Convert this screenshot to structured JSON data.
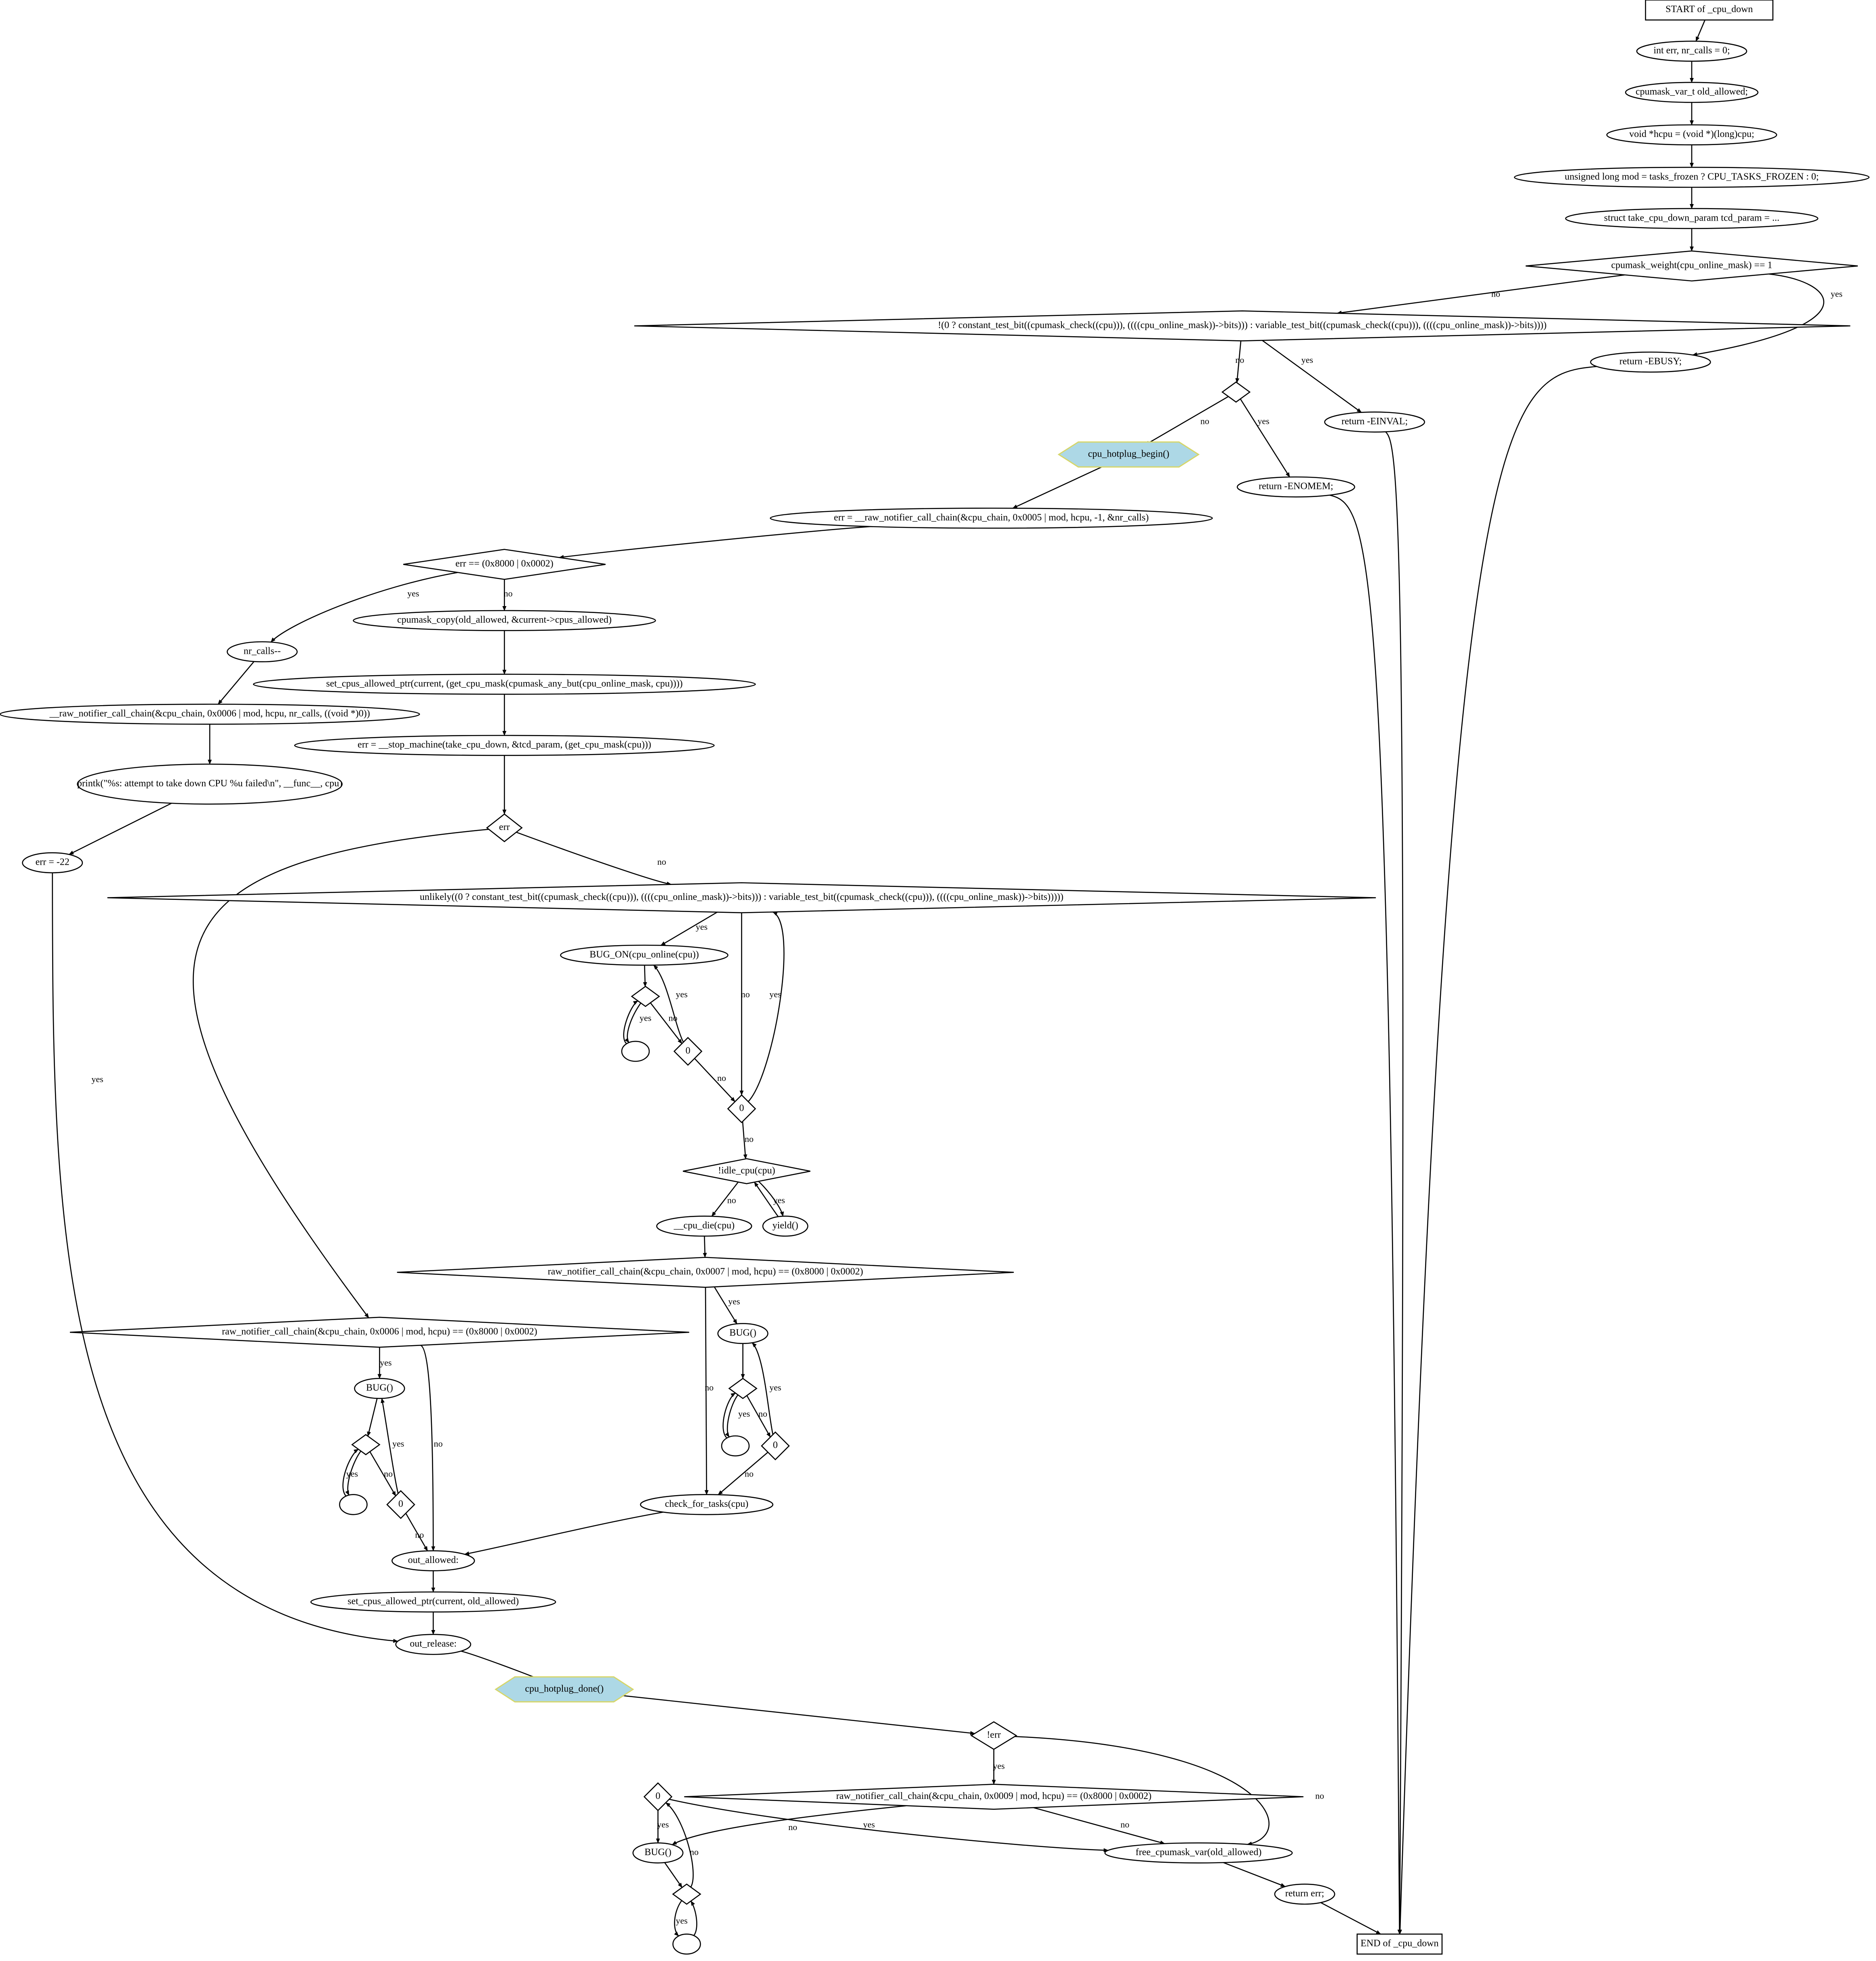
{
  "nodes": [
    {
      "id": "start",
      "shape": "box",
      "label": "START of _cpu_down"
    },
    {
      "id": "n_int",
      "shape": "ellipse",
      "label": "int err, nr_calls = 0;"
    },
    {
      "id": "n_cpumask_var",
      "shape": "ellipse",
      "label": "cpumask_var_t old_allowed;"
    },
    {
      "id": "n_hcpu",
      "shape": "ellipse",
      "label": "void *hcpu = (void *)(long)cpu;"
    },
    {
      "id": "n_mod",
      "shape": "ellipse",
      "label": "unsigned long mod = tasks_frozen ? CPU_TASKS_FROZEN : 0;"
    },
    {
      "id": "n_tcd",
      "shape": "ellipse",
      "label": "struct take_cpu_down_param tcd_param = ..."
    },
    {
      "id": "d_weight",
      "shape": "diamond",
      "label": "cpumask_weight(cpu_online_mask) == 1"
    },
    {
      "id": "d_online",
      "shape": "diamond",
      "label": "!(0 ? constant_test_bit((cpumask_check((cpu))), ((((cpu_online_mask))->bits))) : variable_test_bit((cpumask_check((cpu))), ((((cpu_online_mask))->bits))))"
    },
    {
      "id": "r_ebusy",
      "shape": "ellipse",
      "label": "return -EBUSY;"
    },
    {
      "id": "d_alloc",
      "shape": "diamond",
      "label": ""
    },
    {
      "id": "r_einval",
      "shape": "ellipse",
      "label": "return -EINVAL;"
    },
    {
      "id": "h_begin",
      "shape": "hexagon",
      "label": "cpu_hotplug_begin()"
    },
    {
      "id": "r_enomem",
      "shape": "ellipse",
      "label": "return -ENOMEM;"
    },
    {
      "id": "n_err_raw",
      "shape": "ellipse",
      "label": "err = __raw_notifier_call_chain(&cpu_chain, 0x0005 | mod, hcpu, -1, &nr_calls)"
    },
    {
      "id": "d_err_eq",
      "shape": "diamond",
      "label": "err == (0x8000 | 0x0002)"
    },
    {
      "id": "n_nrcalls",
      "shape": "ellipse",
      "label": "nr_calls--"
    },
    {
      "id": "n_copy",
      "shape": "ellipse",
      "label": "cpumask_copy(old_allowed, &current->cpus_allowed)"
    },
    {
      "id": "n_raw6",
      "shape": "ellipse",
      "label": "__raw_notifier_call_chain(&cpu_chain, 0x0006 | mod, hcpu, nr_calls, ((void *)0))"
    },
    {
      "id": "n_setcpus",
      "shape": "ellipse",
      "label": "set_cpus_allowed_ptr(current, (get_cpu_mask(cpumask_any_but(cpu_online_mask, cpu))))"
    },
    {
      "id": "n_printk",
      "shape": "ellipse",
      "label": "printk(\"%s: attempt to take down CPU %u failed\\n\", __func__, cpu)"
    },
    {
      "id": "n_stop",
      "shape": "ellipse",
      "label": "err = __stop_machine(take_cpu_down, &tcd_param, (get_cpu_mask(cpu)))"
    },
    {
      "id": "n_err22",
      "shape": "ellipse",
      "label": "err = -22"
    },
    {
      "id": "d_err",
      "shape": "diamond",
      "label": "err"
    },
    {
      "id": "d_unlikely",
      "shape": "diamond",
      "label": "unlikely((0 ? constant_test_bit((cpumask_check((cpu))), ((((cpu_online_mask))->bits))) : variable_test_bit((cpumask_check((cpu))), ((((cpu_online_mask))->bits)))))"
    },
    {
      "id": "n_bugon",
      "shape": "ellipse",
      "label": "BUG_ON(cpu_online(cpu))"
    },
    {
      "id": "d_bugon_blank",
      "shape": "diamond",
      "label": ""
    },
    {
      "id": "n_bugon_loop",
      "shape": "ellipse",
      "label": ""
    },
    {
      "id": "d_bugon_zero",
      "shape": "diamond",
      "label": "0"
    },
    {
      "id": "d_zero_main",
      "shape": "diamond",
      "label": "0"
    },
    {
      "id": "d_idle",
      "shape": "diamond",
      "label": "!idle_cpu(cpu)"
    },
    {
      "id": "n_cpudie",
      "shape": "ellipse",
      "label": "__cpu_die(cpu)"
    },
    {
      "id": "n_yield",
      "shape": "ellipse",
      "label": "yield()"
    },
    {
      "id": "d_raw7",
      "shape": "diamond",
      "label": "raw_notifier_call_chain(&cpu_chain, 0x0007 | mod, hcpu) == (0x8000 | 0x0002)"
    },
    {
      "id": "d_raw6",
      "shape": "diamond",
      "label": "raw_notifier_call_chain(&cpu_chain, 0x0006 | mod, hcpu) == (0x8000 | 0x0002)"
    },
    {
      "id": "n_bug_b",
      "shape": "ellipse",
      "label": "BUG()"
    },
    {
      "id": "n_bug_a",
      "shape": "ellipse",
      "label": "BUG()"
    },
    {
      "id": "d_bug_b_blank",
      "shape": "diamond",
      "label": ""
    },
    {
      "id": "n_bug_b_loop",
      "shape": "ellipse",
      "label": ""
    },
    {
      "id": "d_bug_b_zero",
      "shape": "diamond",
      "label": "0"
    },
    {
      "id": "d_bug_a_blank",
      "shape": "diamond",
      "label": ""
    },
    {
      "id": "n_bug_a_loop",
      "shape": "ellipse",
      "label": ""
    },
    {
      "id": "d_bug_a_zero",
      "shape": "diamond",
      "label": "0"
    },
    {
      "id": "n_check",
      "shape": "ellipse",
      "label": "check_for_tasks(cpu)"
    },
    {
      "id": "n_out_allowed",
      "shape": "ellipse",
      "label": "out_allowed:"
    },
    {
      "id": "n_set_old",
      "shape": "ellipse",
      "label": "set_cpus_allowed_ptr(current, old_allowed)"
    },
    {
      "id": "n_out_release",
      "shape": "ellipse",
      "label": "out_release:"
    },
    {
      "id": "h_done",
      "shape": "hexagon",
      "label": "cpu_hotplug_done()"
    },
    {
      "id": "d_not_err",
      "shape": "diamond",
      "label": "!err"
    },
    {
      "id": "d_zero_c",
      "shape": "diamond",
      "label": "0"
    },
    {
      "id": "d_raw9",
      "shape": "diamond",
      "label": "raw_notifier_call_chain(&cpu_chain, 0x0009 | mod, hcpu) == (0x8000 | 0x0002)"
    },
    {
      "id": "n_bug_c",
      "shape": "ellipse",
      "label": "BUG()"
    },
    {
      "id": "n_free",
      "shape": "ellipse",
      "label": "free_cpumask_var(old_allowed)"
    },
    {
      "id": "d_bug_c_blank",
      "shape": "diamond",
      "label": ""
    },
    {
      "id": "r_err",
      "shape": "ellipse",
      "label": "return err;"
    },
    {
      "id": "n_bug_c_loop",
      "shape": "ellipse",
      "label": ""
    },
    {
      "id": "end",
      "shape": "box",
      "label": "END of _cpu_down"
    }
  ],
  "edges": [
    {
      "from": "start",
      "to": "n_int",
      "label": ""
    },
    {
      "from": "n_int",
      "to": "n_cpumask_var",
      "label": ""
    },
    {
      "from": "n_cpumask_var",
      "to": "n_hcpu",
      "label": ""
    },
    {
      "from": "n_hcpu",
      "to": "n_mod",
      "label": ""
    },
    {
      "from": "n_mod",
      "to": "n_tcd",
      "label": ""
    },
    {
      "from": "n_tcd",
      "to": "d_weight",
      "label": ""
    },
    {
      "from": "d_weight",
      "to": "d_online",
      "label": "no"
    },
    {
      "from": "d_weight",
      "to": "r_ebusy",
      "label": "yes"
    },
    {
      "from": "d_online",
      "to": "d_alloc",
      "label": "no"
    },
    {
      "from": "d_online",
      "to": "r_einval",
      "label": "yes"
    },
    {
      "from": "d_alloc",
      "to": "h_begin",
      "label": "no"
    },
    {
      "from": "d_alloc",
      "to": "r_enomem",
      "label": "yes"
    },
    {
      "from": "r_ebusy",
      "to": "end",
      "label": ""
    },
    {
      "from": "r_einval",
      "to": "end",
      "label": ""
    },
    {
      "from": "r_enomem",
      "to": "end",
      "label": ""
    },
    {
      "from": "h_begin",
      "to": "n_err_raw",
      "label": ""
    },
    {
      "from": "n_err_raw",
      "to": "d_err_eq",
      "label": ""
    },
    {
      "from": "d_err_eq",
      "to": "n_nrcalls",
      "label": "yes"
    },
    {
      "from": "d_err_eq",
      "to": "n_copy",
      "label": "no"
    },
    {
      "from": "n_nrcalls",
      "to": "n_raw6",
      "label": ""
    },
    {
      "from": "n_raw6",
      "to": "n_printk",
      "label": ""
    },
    {
      "from": "n_printk",
      "to": "n_err22",
      "label": ""
    },
    {
      "from": "n_err22",
      "to": "n_out_release",
      "label": ""
    },
    {
      "from": "n_copy",
      "to": "n_setcpus",
      "label": ""
    },
    {
      "from": "n_setcpus",
      "to": "n_stop",
      "label": ""
    },
    {
      "from": "n_stop",
      "to": "d_err",
      "label": ""
    },
    {
      "from": "d_err",
      "to": "d_raw6",
      "label": "yes"
    },
    {
      "from": "d_err",
      "to": "d_unlikely",
      "label": "no"
    },
    {
      "from": "d_unlikely",
      "to": "n_bugon",
      "label": "yes"
    },
    {
      "from": "d_unlikely",
      "to": "d_zero_main",
      "label": "no"
    },
    {
      "from": "d_zero_main",
      "to": "d_unlikely",
      "label": "yes"
    },
    {
      "from": "d_zero_main",
      "to": "d_idle",
      "label": "no"
    },
    {
      "from": "n_bugon",
      "to": "d_bugon_blank",
      "label": ""
    },
    {
      "from": "d_bugon_blank",
      "to": "n_bugon_loop",
      "label": "yes"
    },
    {
      "from": "n_bugon_loop",
      "to": "d_bugon_blank",
      "label": ""
    },
    {
      "from": "d_bugon_blank",
      "to": "d_bugon_zero",
      "label": "no"
    },
    {
      "from": "d_bugon_zero",
      "to": "n_bugon",
      "label": "yes"
    },
    {
      "from": "d_bugon_zero",
      "to": "d_zero_main",
      "label": "no"
    },
    {
      "from": "d_idle",
      "to": "n_cpudie",
      "label": "no"
    },
    {
      "from": "d_idle",
      "to": "n_yield",
      "label": "yes"
    },
    {
      "from": "n_yield",
      "to": "d_idle",
      "label": ""
    },
    {
      "from": "n_cpudie",
      "to": "d_raw7",
      "label": ""
    },
    {
      "from": "d_raw7",
      "to": "n_bug_b",
      "label": "yes"
    },
    {
      "from": "d_raw7",
      "to": "n_check",
      "label": "no"
    },
    {
      "from": "n_bug_b",
      "to": "d_bug_b_blank",
      "label": ""
    },
    {
      "from": "d_bug_b_blank",
      "to": "n_bug_b_loop",
      "label": "yes"
    },
    {
      "from": "n_bug_b_loop",
      "to": "d_bug_b_blank",
      "label": ""
    },
    {
      "from": "d_bug_b_blank",
      "to": "d_bug_b_zero",
      "label": "no"
    },
    {
      "from": "d_bug_b_zero",
      "to": "n_bug_b",
      "label": "yes"
    },
    {
      "from": "d_bug_b_zero",
      "to": "n_check",
      "label": "no"
    },
    {
      "from": "n_check",
      "to": "n_out_allowed",
      "label": ""
    },
    {
      "from": "d_raw6",
      "to": "n_bug_a",
      "label": "yes"
    },
    {
      "from": "d_raw6",
      "to": "n_out_allowed",
      "label": "no"
    },
    {
      "from": "n_bug_a",
      "to": "d_bug_a_blank",
      "label": ""
    },
    {
      "from": "d_bug_a_blank",
      "to": "n_bug_a_loop",
      "label": "yes"
    },
    {
      "from": "n_bug_a_loop",
      "to": "d_bug_a_blank",
      "label": ""
    },
    {
      "from": "d_bug_a_blank",
      "to": "d_bug_a_zero",
      "label": "no"
    },
    {
      "from": "d_bug_a_zero",
      "to": "n_bug_a",
      "label": "yes"
    },
    {
      "from": "d_bug_a_zero",
      "to": "n_out_allowed",
      "label": "no"
    },
    {
      "from": "n_out_allowed",
      "to": "n_set_old",
      "label": ""
    },
    {
      "from": "n_set_old",
      "to": "n_out_release",
      "label": ""
    },
    {
      "from": "n_out_release",
      "to": "h_done",
      "label": ""
    },
    {
      "from": "h_done",
      "to": "d_not_err",
      "label": ""
    },
    {
      "from": "d_not_err",
      "to": "d_raw9",
      "label": "yes"
    },
    {
      "from": "d_not_err",
      "to": "n_free",
      "label": "no"
    },
    {
      "from": "d_raw9",
      "to": "n_bug_c",
      "label": "yes"
    },
    {
      "from": "d_raw9",
      "to": "n_free",
      "label": "no"
    },
    {
      "from": "d_zero_c",
      "to": "n_bug_c",
      "label": "yes"
    },
    {
      "from": "d_zero_c",
      "to": "n_free",
      "label": "no"
    },
    {
      "from": "n_bug_c",
      "to": "d_bug_c_blank",
      "label": ""
    },
    {
      "from": "d_bug_c_blank",
      "to": "n_bug_c_loop",
      "label": "yes"
    },
    {
      "from": "n_bug_c_loop",
      "to": "d_bug_c_blank",
      "label": ""
    },
    {
      "from": "d_bug_c_blank",
      "to": "d_zero_c",
      "label": "no"
    },
    {
      "from": "n_free",
      "to": "r_err",
      "label": ""
    },
    {
      "from": "r_err",
      "to": "end",
      "label": ""
    }
  ],
  "colors": {
    "stroke": "#000000",
    "background": "#ffffff",
    "hexagon_fill": "#add8e6",
    "hexagon_border": "#d6d66a"
  }
}
